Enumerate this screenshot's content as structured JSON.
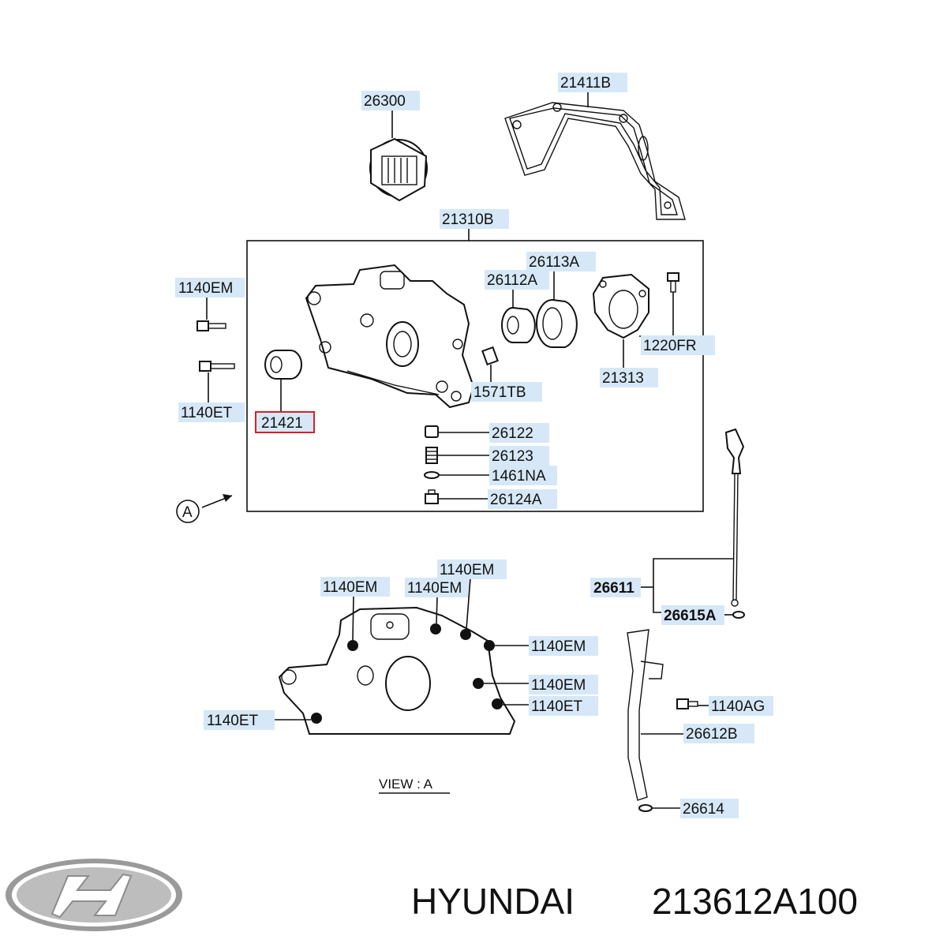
{
  "diagram": {
    "frame_group_label": "21310B",
    "highlighted_part": "21421",
    "view_marker": "A",
    "view_caption": "VIEW : A",
    "labels": {
      "p26300": "26300",
      "p21411B": "21411B",
      "p21310B": "21310B",
      "p1140EM_a": "1140EM",
      "p1140ET_a": "1140ET",
      "p21421": "21421",
      "p26113A": "26113A",
      "p26112A": "26112A",
      "p1220FR": "1220FR",
      "p1571TB": "1571TB",
      "p21313": "21313",
      "p26122": "26122",
      "p26123": "26123",
      "p1461NA": "1461NA",
      "p26124A": "26124A",
      "p1140EM_b": "1140EM",
      "p1140EM_c": "1140EM",
      "p1140EM_d": "1140EM",
      "p1140EM_e": "1140EM",
      "p1140EM_f": "1140EM",
      "p1140ET_b": "1140ET",
      "p1140ET_c": "1140ET",
      "p26611": "26611",
      "p26615A": "26615A",
      "p1140AG": "1140AG",
      "p26612B": "26612B",
      "p26614": "26614"
    },
    "highlight_color": "#d9202a",
    "label_bg_color": "#d6e8f7"
  },
  "brand": {
    "name": "HYUNDAI",
    "part_number": "213612A100",
    "logo_icon": "hyundai-logo-icon"
  }
}
